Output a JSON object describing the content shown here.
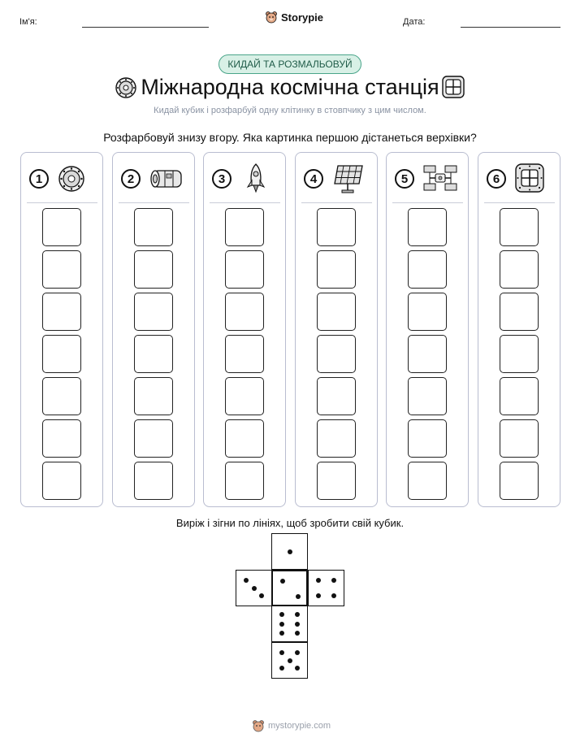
{
  "header": {
    "name_label": "Ім'я:",
    "date_label": "Дата:",
    "brand": "Storypie"
  },
  "badge": "КИДАЙ ТА РОЗМАЛЬОВУЙ",
  "title": "Міжнародна космічна станція",
  "subtitle": "Кидай кубик і розфарбуй одну клітинку в стовпчику з цим числом.",
  "instruction": "Розфарбовуй знизу вгору. Яка картинка першою дістанеться верхівки?",
  "columns": [
    {
      "number": "1",
      "icon": "porthole-hatch-icon"
    },
    {
      "number": "2",
      "icon": "space-module-icon"
    },
    {
      "number": "3",
      "icon": "rocket-icon"
    },
    {
      "number": "4",
      "icon": "solar-panel-icon"
    },
    {
      "number": "5",
      "icon": "space-station-icon"
    },
    {
      "number": "6",
      "icon": "station-window-icon"
    }
  ],
  "cells_per_column": 7,
  "cut_instruction": "Виріж і зігни по лініях, щоб зробити свій кубик.",
  "die_faces": [
    1,
    3,
    2,
    4,
    6,
    5
  ],
  "footer": "mystorypie.com"
}
